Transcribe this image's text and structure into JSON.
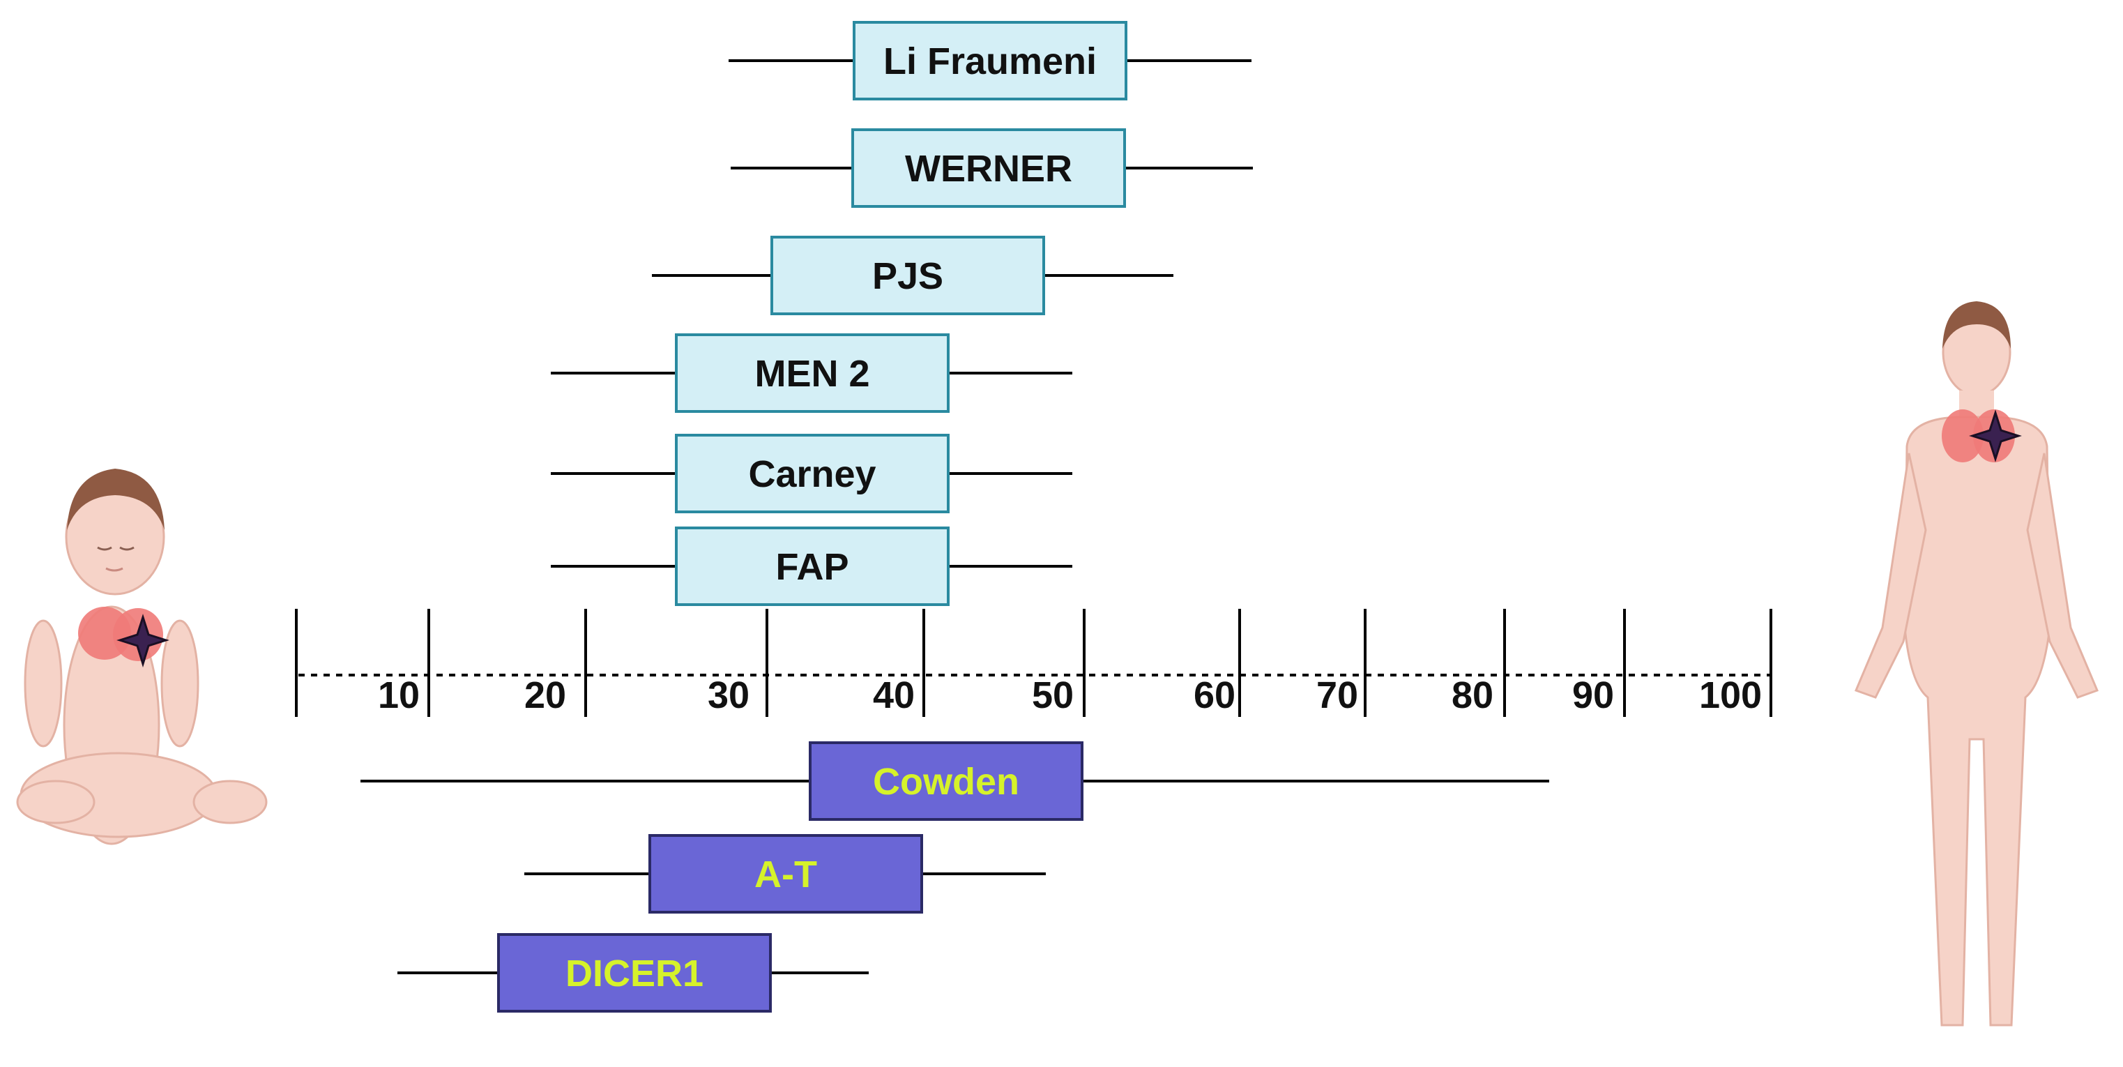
{
  "axis": {
    "ticks": [
      {
        "label": "10",
        "value": 10
      },
      {
        "label": "20",
        "value": 20
      },
      {
        "label": "30",
        "value": 30
      },
      {
        "label": "40",
        "value": 40
      },
      {
        "label": "50",
        "value": 50
      },
      {
        "label": "60",
        "value": 60
      },
      {
        "label": "70",
        "value": 70
      },
      {
        "label": "80",
        "value": 80
      },
      {
        "label": "90",
        "value": 90
      },
      {
        "label": "100",
        "value": 100
      }
    ]
  },
  "colors": {
    "upper_box_fill": "#d4eff6",
    "upper_box_stroke": "#2a8aa0",
    "upper_text": "#111111",
    "lower_box_fill": "#6a66d6",
    "lower_box_stroke": "#2b2a66",
    "lower_text": "#d6f22a",
    "skin": "#f6d3c8",
    "thyroid": "#ef7a78",
    "star": "#3a2150"
  },
  "syndromes_above": [
    {
      "label": "Li Fraumeni"
    },
    {
      "label": "WERNER"
    },
    {
      "label": "PJS"
    },
    {
      "label": "MEN 2"
    },
    {
      "label": "Carney"
    },
    {
      "label": "FAP"
    }
  ],
  "syndromes_below": [
    {
      "label": "Cowden"
    },
    {
      "label": "A-T"
    },
    {
      "label": "DICER1"
    }
  ],
  "illustrations": {
    "left": "infant-with-thyroid-icon",
    "right": "adult-with-thyroid-icon"
  }
}
